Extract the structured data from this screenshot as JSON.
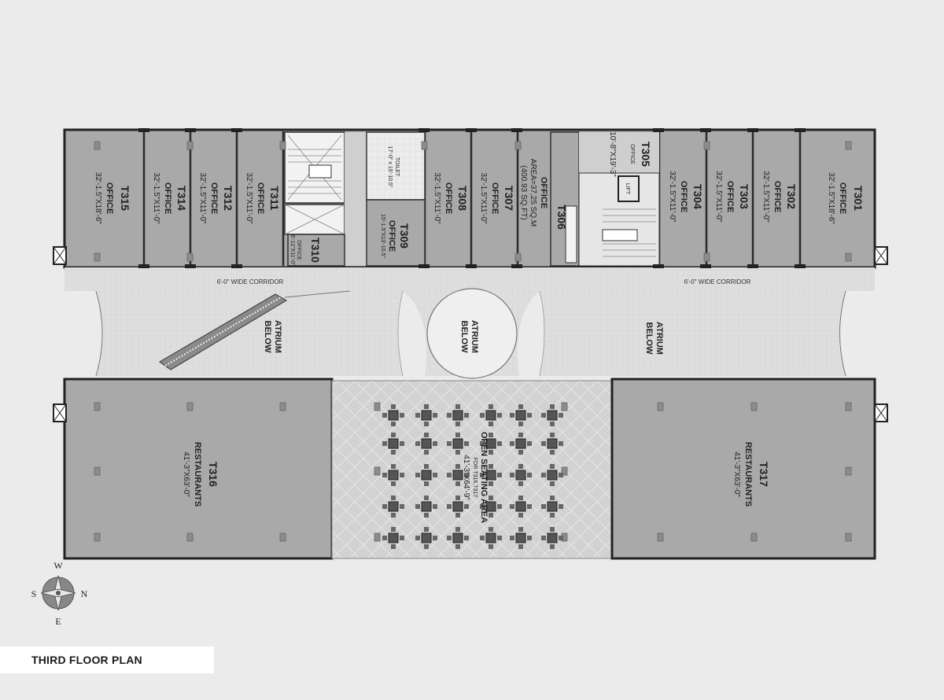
{
  "title": "THIRD FLOOR PLAN",
  "colors": {
    "background": "#ebebeb",
    "unit": "#a9a9a9",
    "corridor": "#dcdcdc",
    "wall": "#2a2a2a",
    "atrium": "#efefef"
  },
  "units": [
    {
      "code": "T315",
      "name": "OFFICE",
      "dim": "32'-1.5\"X18'-6\""
    },
    {
      "code": "T314",
      "name": "OFFICE",
      "dim": "32'-1.5\"X11'-0\""
    },
    {
      "code": "T312",
      "name": "OFFICE",
      "dim": "32'-1.5\"X11'-0\""
    },
    {
      "code": "T311",
      "name": "OFFICE",
      "dim": "32'-1.5\"X11'-0\""
    },
    {
      "code": "T310",
      "name": "OFFICE",
      "dim": "6'-11\"X11'-0\""
    },
    {
      "code": "T309",
      "name": "OFFICE",
      "dim": "15'-1.5\"X13'-10.5\""
    },
    {
      "code": "T308",
      "name": "OFFICE",
      "dim": "32'-1.5\"X11'-0\""
    },
    {
      "code": "T307",
      "name": "OFFICE",
      "dim": "32'-1.5\"X11'-0\""
    },
    {
      "code": "T306",
      "name": "OFFICE",
      "area": "AREA=37.25 SQ.M",
      "area2": "(400.93 SQ.FT)"
    },
    {
      "code": "T305",
      "name": "OFFICE",
      "dim": "10'-8\"X19'-3\""
    },
    {
      "code": "T304",
      "name": "OFFICE",
      "dim": "32'-1.5\"X11'-0\""
    },
    {
      "code": "T303",
      "name": "OFFICE",
      "dim": "32'-1.5\"X11'-0\""
    },
    {
      "code": "T302",
      "name": "OFFICE",
      "dim": "32'-1.5\"X11'-0\""
    },
    {
      "code": "T301",
      "name": "OFFICE",
      "dim": "32'-1.5\"X18'-6\""
    },
    {
      "code": "T316",
      "name": "RESTAURANTS",
      "dim": "41'-3\"X63'-0\""
    },
    {
      "code": "T317",
      "name": "RESTAURANTS",
      "dim": "41'-3\"X63'-0\""
    }
  ],
  "toilet": {
    "name": "TOILET",
    "dim": "17'-0\" x 15'-10.5\""
  },
  "lift": {
    "label": "LIFT"
  },
  "seating": {
    "name": "OPEN SEATING AREA",
    "sub": "FOR T316,T317",
    "dim": "41'-3\"X64'-9\""
  },
  "corridors": {
    "left": "6'-0\" WIDE CORRIDOR",
    "right": "6'-0\" WIDE CORRIDOR"
  },
  "atrium": {
    "line1": "ATRIUM",
    "line2": "BELOW"
  },
  "compass": {
    "w": "W",
    "s": "S",
    "n": "N",
    "e": "E"
  }
}
